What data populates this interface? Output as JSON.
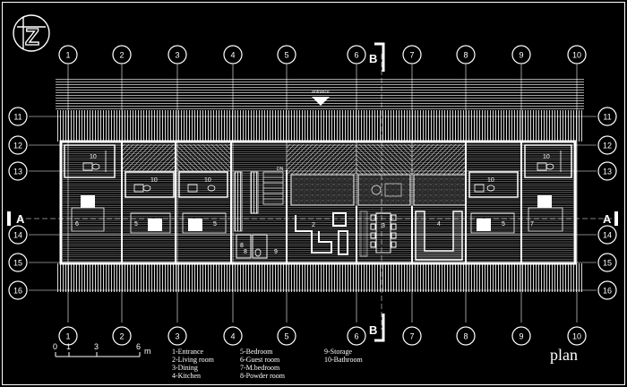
{
  "title": "plan",
  "logo": "Z",
  "entrance_label": "entrance",
  "column_grid": [
    "1",
    "2",
    "3",
    "4",
    "5",
    "6",
    "7",
    "8",
    "9",
    "10"
  ],
  "row_grid": [
    "11",
    "12",
    "13",
    "14",
    "15",
    "16"
  ],
  "section_marks": {
    "a": "A",
    "b": "B"
  },
  "scale": {
    "ticks": [
      "0",
      "1",
      "3",
      "6"
    ],
    "unit": "m"
  },
  "legend": [
    [
      "1-Entrance",
      "2-Living room",
      "3-Dining",
      "4-Kitchen"
    ],
    [
      "5-Bedroom",
      "6-Guest room",
      "7-M.bedroom",
      "8-Powder room"
    ],
    [
      "9-Storage",
      "10-Bathroom"
    ]
  ],
  "room_numbers": [
    "10",
    "10",
    "10",
    "10",
    "10",
    "6",
    "5",
    "5",
    "5",
    "5",
    "7",
    "2",
    "3",
    "4",
    "8",
    "9",
    "8"
  ],
  "stair_label": "DN"
}
